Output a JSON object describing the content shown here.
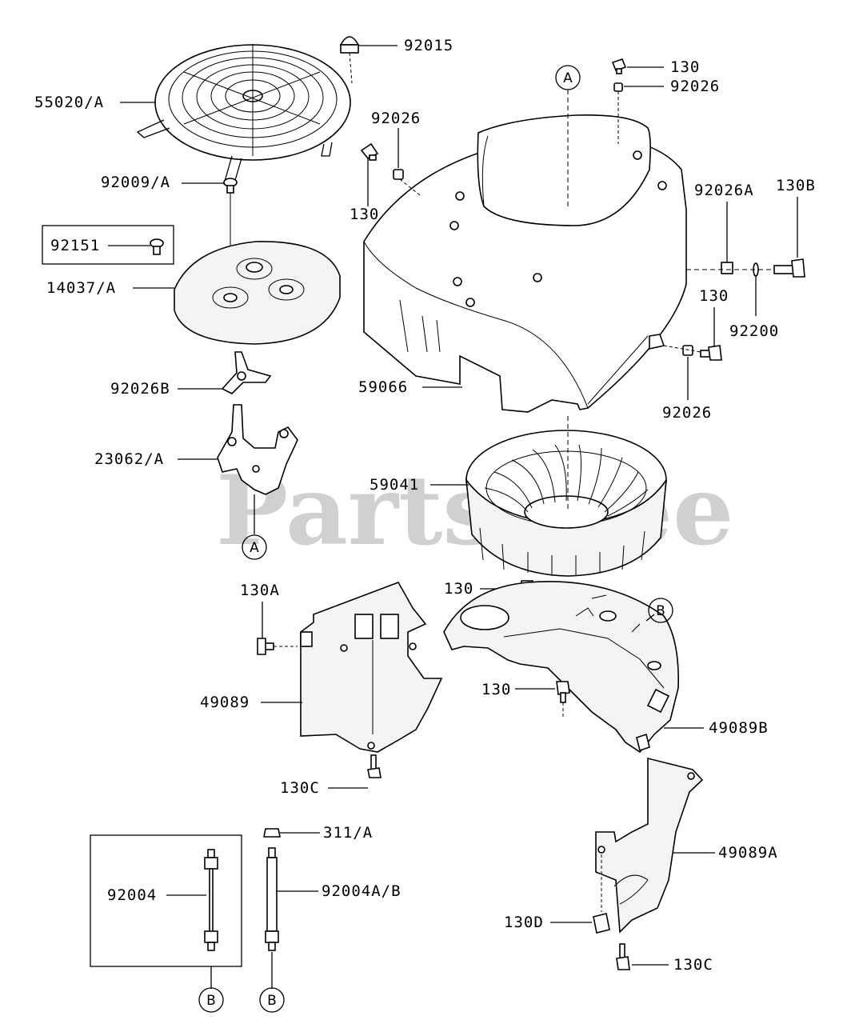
{
  "watermark": "PartsTree",
  "callouts": {
    "c55020A": "55020/A",
    "c92015": "92015",
    "c130_top": "130",
    "c92026_top": "92026",
    "c92026_left": "92026",
    "c130_left": "130",
    "c92009A": "92009/A",
    "c92151": "92151",
    "c14037A": "14037/A",
    "c92026A": "92026A",
    "c130B": "130B",
    "c130_right": "130",
    "c92200": "92200",
    "c92026B": "92026B",
    "c59066": "59066",
    "c92026_right": "92026",
    "c23062A": "23062/A",
    "c59041": "59041",
    "c130A": "130A",
    "c130_mid": "130",
    "c49089": "49089",
    "c130_low": "130",
    "c49089B": "49089B",
    "c130C_mid": "130C",
    "c311A": "311/A",
    "c92004": "92004",
    "c92004AB": "92004A/B",
    "c49089A": "49089A",
    "c130D": "130D",
    "c130C_bot": "130C"
  },
  "refs": {
    "a_top": "A",
    "a_bottom": "A",
    "b_right": "B",
    "b_left": "B",
    "b_mid": "B"
  }
}
